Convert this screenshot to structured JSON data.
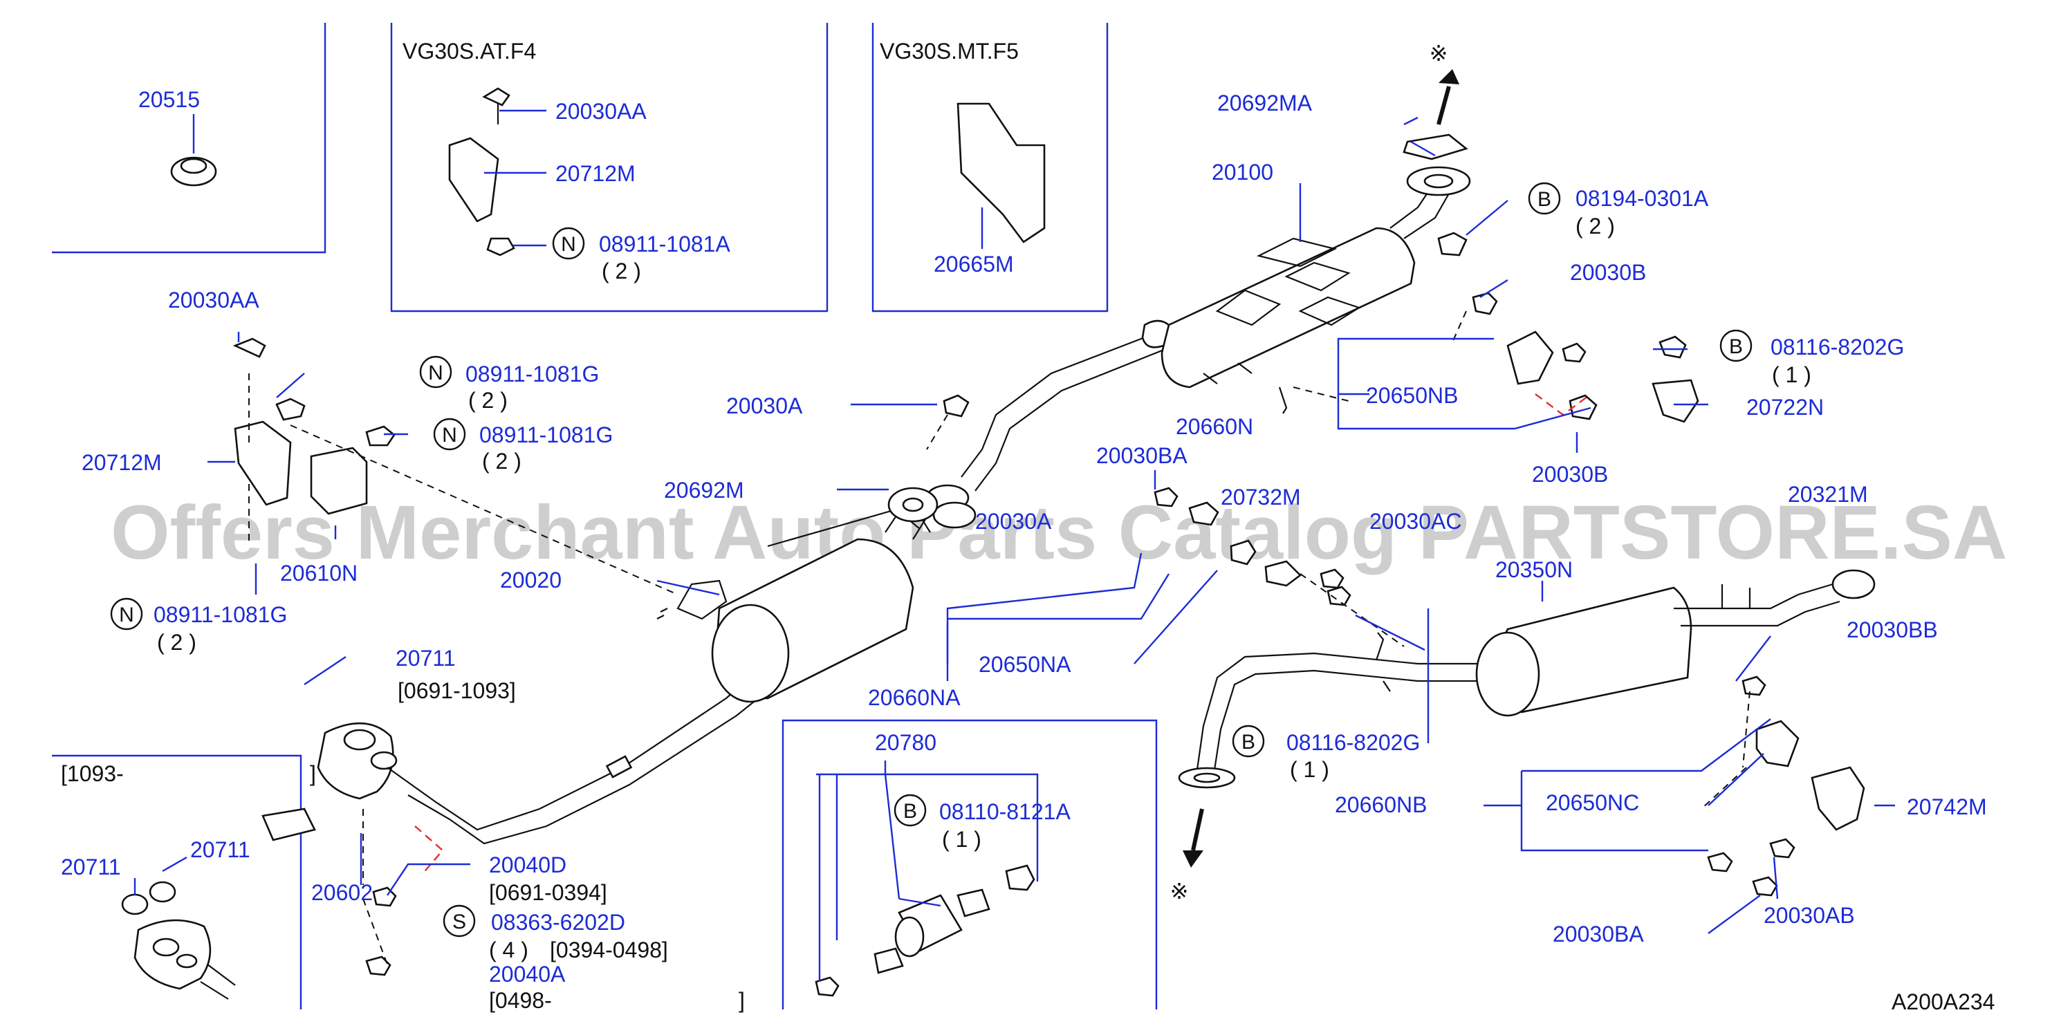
{
  "diagram": {
    "watermark": "Offers Merchant Auto Parts Catalog PARTSTORE.SA",
    "code": "A200A234",
    "headers": {
      "at": "VG30S.AT.F4",
      "mt": "VG30S.MT.F5"
    },
    "labels": {
      "p20515": "20515",
      "p20030AA_inset": "20030AA",
      "p20712M_inset": "20712M",
      "p08911_inset": "08911-1081A",
      "q2_inset": "( 2 )",
      "p20665M": "20665M",
      "p20692MA": "20692MA",
      "p20100": "20100",
      "p08194": "08194-0301A",
      "q2_08194": "( 2 )",
      "p20030B_top": "20030B",
      "p08116_top": "08116-8202G",
      "q1_08116_top": "( 1 )",
      "p20722N": "20722N",
      "p20650NB": "20650NB",
      "p20660N": "20660N",
      "p20030B_bottom": "20030B",
      "p20030AA_left": "20030AA",
      "p08911G_a": "08911-1081G",
      "q2_g_a": "( 2 )",
      "p08911G_b": "08911-1081G",
      "q2_g_b": "( 2 )",
      "p20712M_left": "20712M",
      "p20030A": "20030A",
      "p20692M": "20692M",
      "p20030BA_mid": "20030BA",
      "p20732M": "20732M",
      "p20030AC": "20030AC",
      "p20321M": "20321M",
      "p20610N": "20610N",
      "p20020": "20020",
      "p20350N": "20350N",
      "p08911G_c": "08911-1081G",
      "q2_g_c": "( 2 )",
      "p20650NA": "20650NA",
      "p20030BB": "20030BB",
      "p20711": "20711",
      "d20711": "[0691-1093]",
      "p20660NA": "20660NA",
      "d1093": "[1093-",
      "d1093_end": "]",
      "p20780": "20780",
      "p08116_bot": "08116-8202G",
      "q1_08116_bot": "( 1 )",
      "p20660NB": "20660NB",
      "p20650NC": "20650NC",
      "p20742M": "20742M",
      "p20711_a": "20711",
      "p20711_b": "20711",
      "p08110": "08110-8121A",
      "q1_08110": "( 1 )",
      "p20040D": "20040D",
      "d20040D": "[0691-0394]",
      "p20602": "20602",
      "p08363": "08363-6202D",
      "q4_08363": "( 4 )",
      "d08363": "[0394-0498]",
      "p20040A": "20040A",
      "d0498": "[0498-",
      "d0498_end": "]",
      "p20030BA_bot": "20030BA",
      "p20030AB": "20030AB",
      "partial_a": "20030A"
    },
    "badges": {
      "N": "N",
      "B": "B",
      "S": "S"
    },
    "symbols": {
      "ref_mark": "※"
    }
  }
}
